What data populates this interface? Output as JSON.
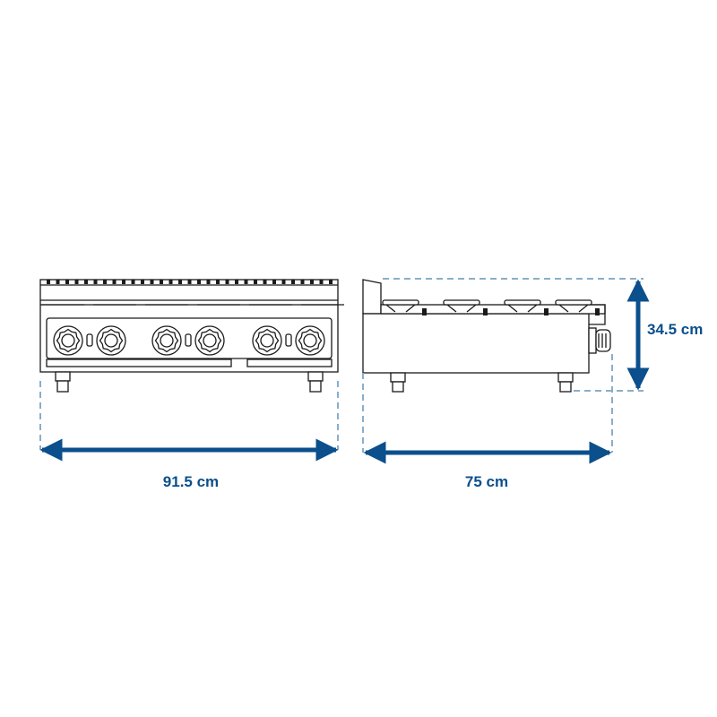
{
  "colors": {
    "dimension_blue": "#0b4f8c",
    "dashed_blue": "#8aaec8",
    "line_black": "#1a1a1a",
    "background": "#ffffff"
  },
  "dimensions": {
    "width_label": "91.5 cm",
    "depth_label": "75 cm",
    "height_label": "34.5 cm"
  },
  "views": {
    "front": {
      "knob_count": 6,
      "burner_sections": 3
    },
    "side": {
      "burner_count": 4
    }
  }
}
